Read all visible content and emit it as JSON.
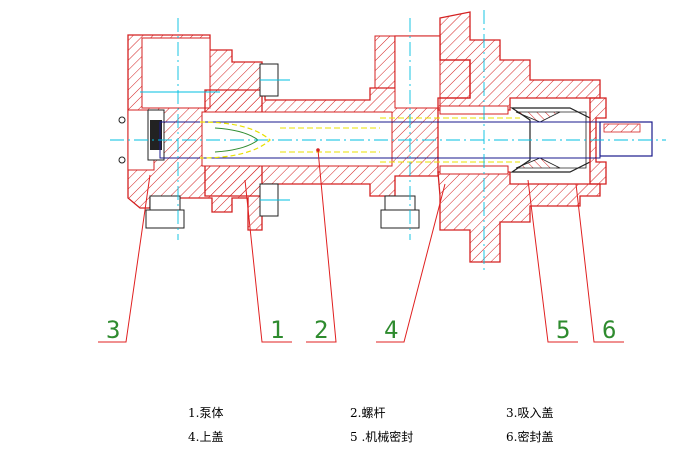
{
  "callouts": [
    "3",
    "1",
    "2",
    "4",
    "5",
    "6"
  ],
  "legend": [
    "1.泵体",
    "2.螺杆",
    "3.吸入盖",
    "4.上盖",
    "5 .机械密封",
    "6.密封盖"
  ],
  "colors": {
    "section": "#d42020",
    "centerline": "#00bfe0",
    "hidden": "#e8e000",
    "outline": "#1a1a8c",
    "leader": "#e02020",
    "callout": "#2e8b2e",
    "fastener": "#222222"
  }
}
